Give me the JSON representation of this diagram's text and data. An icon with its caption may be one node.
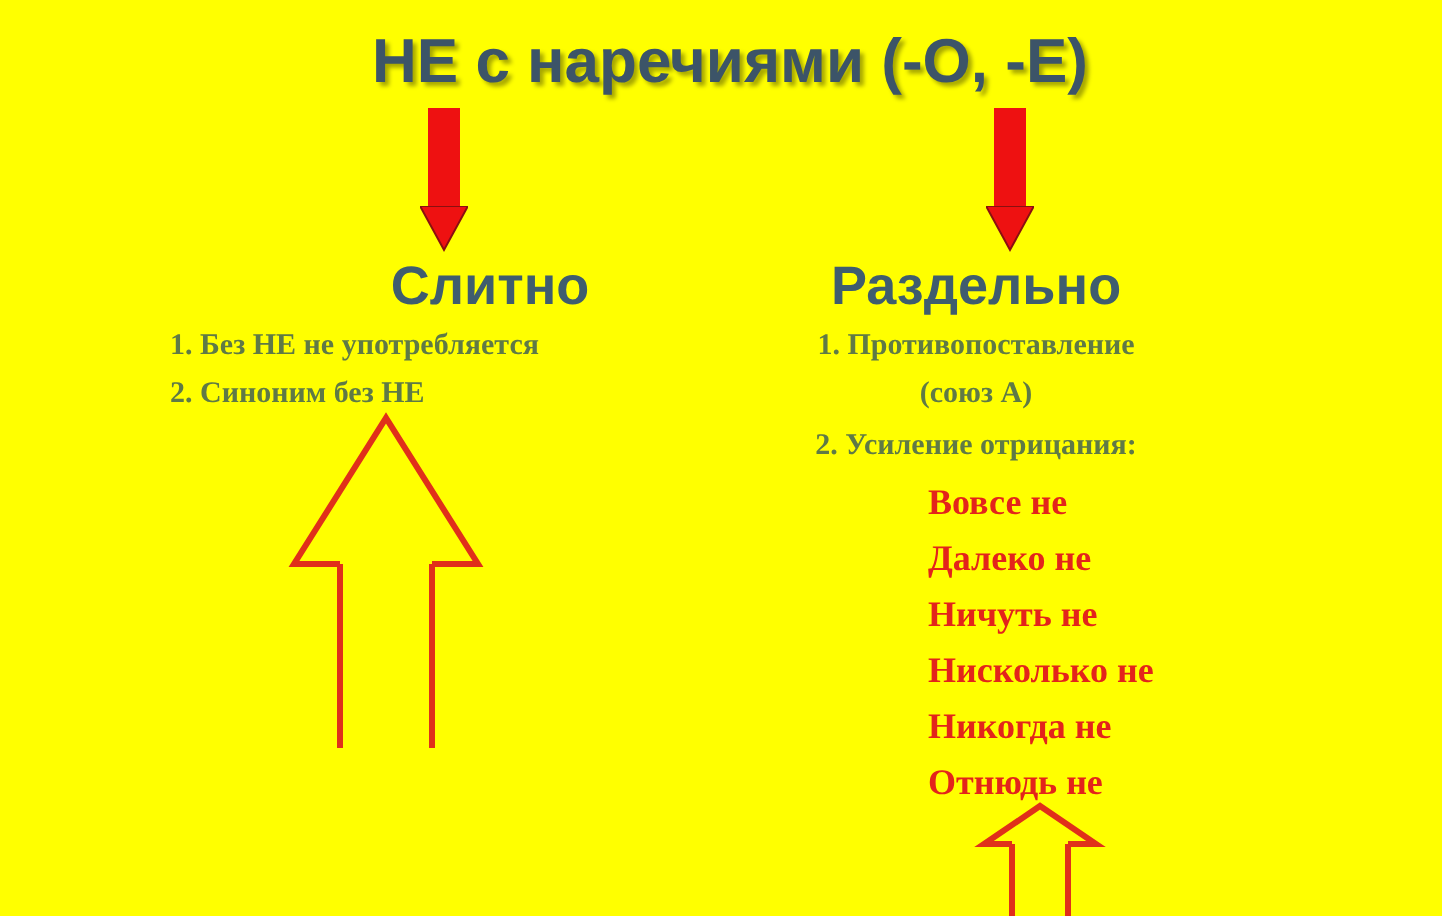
{
  "diagram": {
    "nodes": [
      {
        "text": [
          "НЕ с наречиями (-О, -Е)"
        ]
      },
      {
        "text": [
          "Слитно",
          "1. Без НЕ не употребляется",
          "2. Синоним без НЕ"
        ]
      },
      {
        "text": [
          "Раздельно",
          "1. Противопоставление (союз А)",
          "2. Усиление отрицания:",
          "Вовсе не",
          "Далеко не",
          "Ничуть не",
          "Нисколько не",
          "Никогда не",
          "Отнюдь не"
        ]
      }
    ],
    "edges": [
      {
        "from": 0,
        "to": 1,
        "arrow": "to",
        "style": "thick"
      },
      {
        "from": 0,
        "to": 2,
        "arrow": "to",
        "style": "thick"
      },
      {
        "from": null,
        "to": 1,
        "arrow": "to"
      },
      {
        "from": null,
        "to": 2,
        "arrow": "to"
      }
    ]
  }
}
